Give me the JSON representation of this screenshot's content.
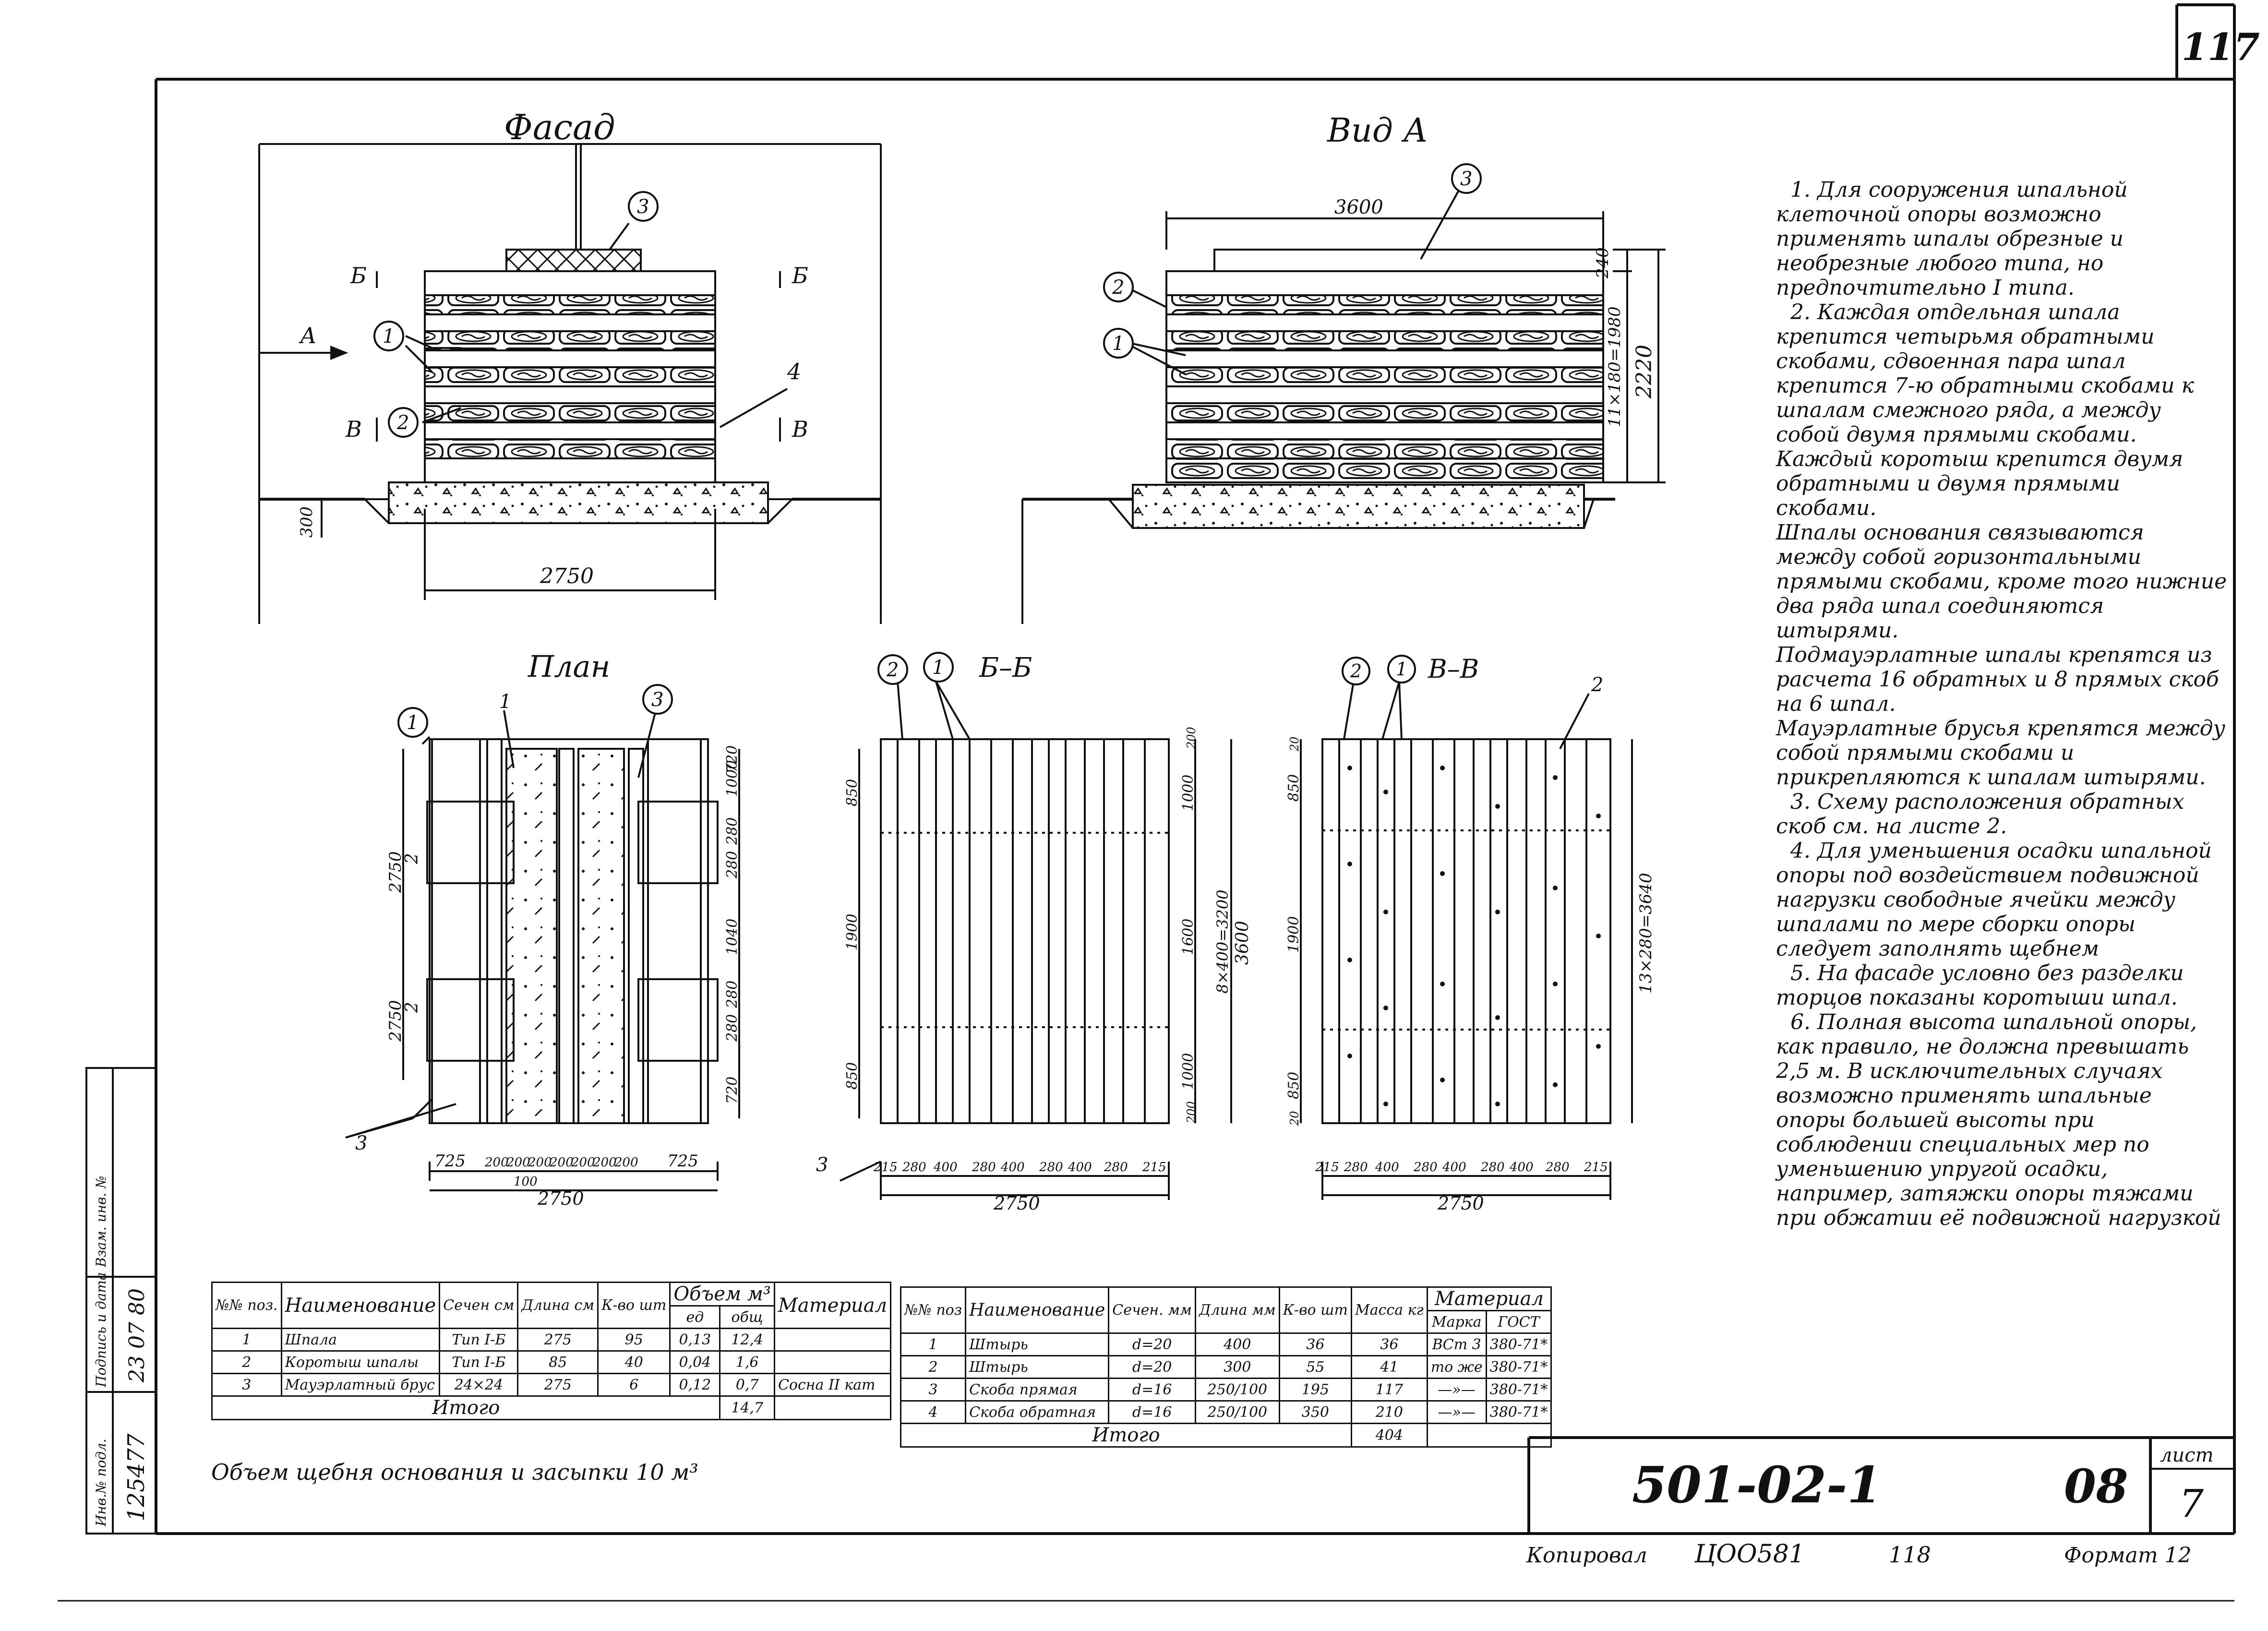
{
  "sheet_number_top": "117",
  "views": {
    "facade": "Фасад",
    "view_a": "Вид А",
    "plan": "План",
    "section_bb": "Б–Б",
    "section_vv": "В–В"
  },
  "callouts": [
    "1",
    "2",
    "3"
  ],
  "facade_labels": {
    "arrow_a": "А",
    "cut_b": "Б",
    "cut_v": "В",
    "pos4": "4",
    "depth": "300",
    "width": "2750"
  },
  "view_a_labels": {
    "width": "3600",
    "h_top": "240",
    "h_stack": "11×180=1980",
    "h_total": "2220"
  },
  "plan_labels": {
    "pos1": "1",
    "pos2a": "2",
    "pos2b": "2",
    "pos3": "3",
    "left_dims": [
      "2750",
      "2750"
    ],
    "right_dims": [
      "1000",
      "280",
      "280",
      "1040",
      "280",
      "280",
      "720",
      "720"
    ],
    "bottom_dims": [
      "725",
      "200",
      "200",
      "200",
      "200",
      "200",
      "200",
      "200",
      "725"
    ],
    "bottom_sub": "100",
    "bottom_total": "2750"
  },
  "bb_labels": {
    "pos3": "3",
    "left_dims": [
      "850",
      "1900",
      "850"
    ],
    "right_dims": [
      "1000",
      "1600",
      "1000"
    ],
    "right_total": "8×400=3200",
    "right_full": "3600",
    "top_dim": "200",
    "bot_dim": "200",
    "bottom_dims": [
      "215",
      "280",
      "400",
      "280",
      "400",
      "280",
      "400",
      "280",
      "215"
    ],
    "bottom_total": "2750"
  },
  "vv_labels": {
    "pos2": "2",
    "left_dims": [
      "850",
      "1900",
      "850"
    ],
    "top_dim": "20",
    "bot_dim": "20",
    "right_total": "13×280=3640",
    "bottom_dims": [
      "215",
      "280",
      "400",
      "280",
      "400",
      "280",
      "400",
      "280",
      "215"
    ],
    "bottom_total": "2750"
  },
  "notes": [
    "1. Для сооружения шпальной клеточной опоры возможно применять шпалы обрезные и необрезные любого типа, но предпочтительно I типа.",
    "2. Каждая отдельная шпала крепится четырьмя обратными скобами, сдвоенная пара шпал крепится 7-ю обратными скобами к шпалам смежного ряда, а между собой двумя прямыми скобами. Каждый коротыш крепится двумя обратными и двумя прямыми скобами.",
    "Шпалы основания связываются между собой горизонтальными прямыми скобами, кроме того нижние два ряда шпал соединяются штырями.",
    "Подмауэрлатные шпалы крепятся из расчета 16 обратных и 8 прямых скоб на 6 шпал.",
    "Мауэрлатные брусья крепятся между собой прямыми скобами и прикрепляются к шпалам штырями.",
    "3. Схему расположения обратных скоб см. на листе 2.",
    "4. Для уменьшения осадки шпальной опоры под воздействием подвижной нагрузки свободные ячейки между шпалами по мере сборки опоры следует заполнять щебнем",
    "5. На фасаде условно без разделки торцов показаны коротыши шпал.",
    "6. Полная высота шпальной опоры, как правило, не должна превышать 2,5 м. В исключительных случаях возможно применять шпальные опоры большей высоты при соблюдении специальных мер по уменьшению упругой осадки, например, затяжки опоры тяжами при обжатии её подвижной нагрузкой"
  ],
  "table1": {
    "headers": {
      "pos": "№№ поз.",
      "name": "Наименование",
      "section": "Сечен см",
      "length": "Длина см",
      "count": "К-во шт",
      "volume": "Объем м³",
      "vol_unit": "ед",
      "vol_total": "общ",
      "material": "Материал"
    },
    "rows": [
      {
        "pos": "1",
        "name": "Шпала",
        "section": "Тип I-Б",
        "length": "275",
        "count": "95",
        "vol_unit": "0,13",
        "vol_total": "12,4",
        "material": ""
      },
      {
        "pos": "2",
        "name": "Коротыш шпалы",
        "section": "Тип I-Б",
        "length": "85",
        "count": "40",
        "vol_unit": "0,04",
        "vol_total": "1,6",
        "material": ""
      },
      {
        "pos": "3",
        "name": "Мауэрлатный брус",
        "section": "24×24",
        "length": "275",
        "count": "6",
        "vol_unit": "0,12",
        "vol_total": "0,7",
        "material": "Сосна II кат"
      }
    ],
    "total_label": "Итого",
    "total_value": "14,7"
  },
  "gravel_note": "Объем щебня основания и засыпки 10 м³",
  "table2": {
    "headers": {
      "pos": "№№ поз",
      "name": "Наименование",
      "section": "Сечен. мм",
      "length": "Длина мм",
      "count": "К-во шт",
      "mass": "Масса кг",
      "material": "Материал",
      "grade": "Марка",
      "gost": "ГОСТ"
    },
    "rows": [
      {
        "pos": "1",
        "name": "Штырь",
        "section": "d=20",
        "length": "400",
        "count": "36",
        "mass": "36",
        "grade": "ВСт 3",
        "gost": "380-71*"
      },
      {
        "pos": "2",
        "name": "Штырь",
        "section": "d=20",
        "length": "300",
        "count": "55",
        "mass": "41",
        "grade": "то же",
        "gost": "380-71*"
      },
      {
        "pos": "3",
        "name": "Скоба прямая",
        "section": "d=16",
        "length": "250/100",
        "count": "195",
        "mass": "117",
        "grade": "—»—",
        "gost": "380-71*"
      },
      {
        "pos": "4",
        "name": "Скоба обратная",
        "section": "d=16",
        "length": "250/100",
        "count": "350",
        "mass": "210",
        "grade": "—»—",
        "gost": "380-71*"
      }
    ],
    "total_label": "Итого",
    "total_value": "404"
  },
  "stamp": {
    "code": "501-02-1",
    "issue": "08",
    "sheet_label": "лист",
    "sheet": "7"
  },
  "footer": {
    "copied": "Копировал",
    "order": "ЦОО581",
    "num": "118",
    "format": "Формат 12"
  },
  "margin_stamp": {
    "inv": "125477",
    "date": "23 07 80",
    "col1": "Инв.№ подл.",
    "col2": "Подпись и дата",
    "col3": "Взам. инв. №"
  }
}
